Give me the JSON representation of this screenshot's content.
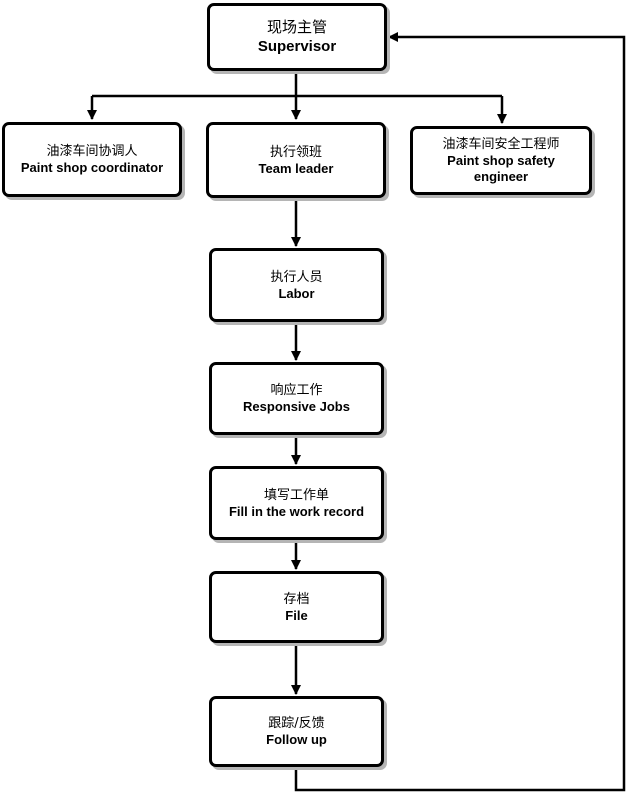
{
  "nodes": {
    "supervisor": {
      "zh": "现场主管",
      "en": "Supervisor"
    },
    "coordinator": {
      "zh": "油漆车间协调人",
      "en": "Paint shop coordinator"
    },
    "team_leader": {
      "zh": "执行领班",
      "en": "Team leader"
    },
    "safety": {
      "zh": "油漆车间安全工程师",
      "en": "Paint shop safety engineer"
    },
    "labor": {
      "zh": "执行人员",
      "en": "Labor"
    },
    "jobs": {
      "zh": "响应工作",
      "en": "Responsive Jobs"
    },
    "record": {
      "zh": "填写工作单",
      "en": "Fill in the work record"
    },
    "file": {
      "zh": "存档",
      "en": "File"
    },
    "follow": {
      "zh": "跟踪/反馈",
      "en": "Follow up"
    }
  }
}
